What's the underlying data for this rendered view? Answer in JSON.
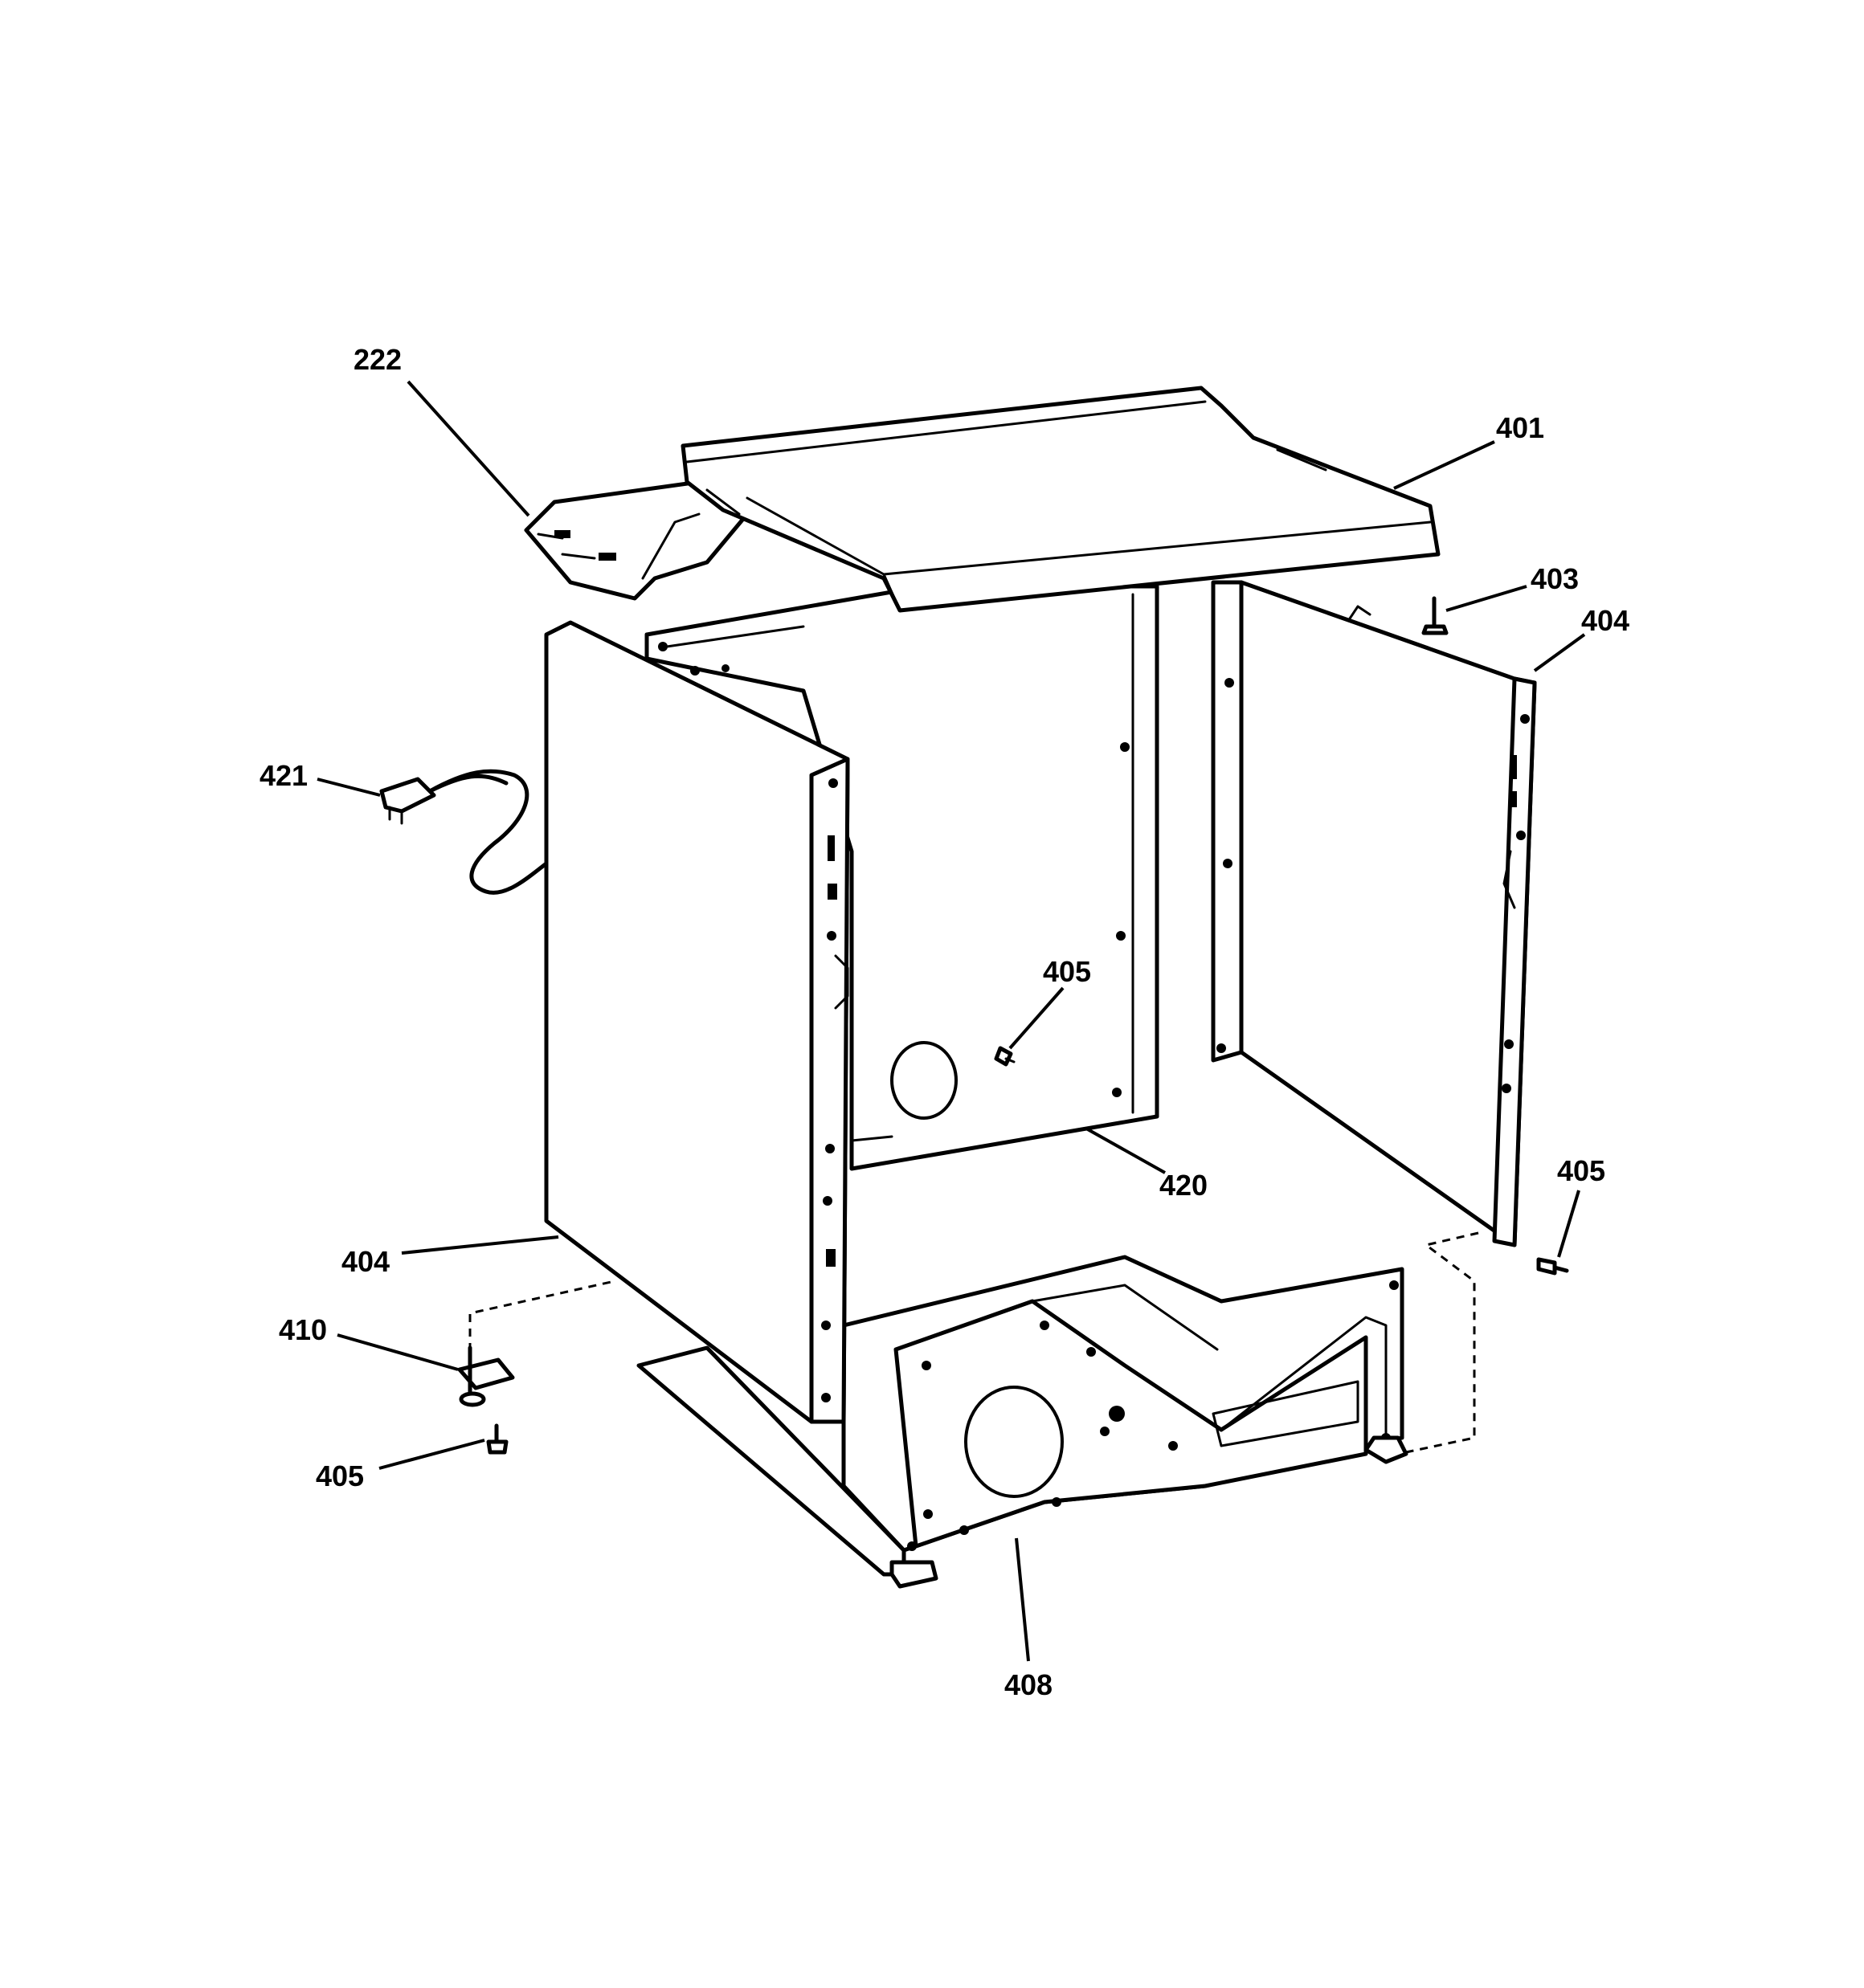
{
  "callouts": [
    {
      "id": "c-222",
      "text": "222"
    },
    {
      "id": "c-401",
      "text": "401"
    },
    {
      "id": "c-403",
      "text": "403"
    },
    {
      "id": "c-404-right",
      "text": "404"
    },
    {
      "id": "c-421",
      "text": "421"
    },
    {
      "id": "c-405-center",
      "text": "405"
    },
    {
      "id": "c-405-right",
      "text": "405"
    },
    {
      "id": "c-420",
      "text": "420"
    },
    {
      "id": "c-404-left",
      "text": "404"
    },
    {
      "id": "c-410",
      "text": "410"
    },
    {
      "id": "c-405-left",
      "text": "405"
    },
    {
      "id": "c-408",
      "text": "408"
    }
  ],
  "colors": {
    "line": "#000000",
    "background": "#ffffff"
  }
}
